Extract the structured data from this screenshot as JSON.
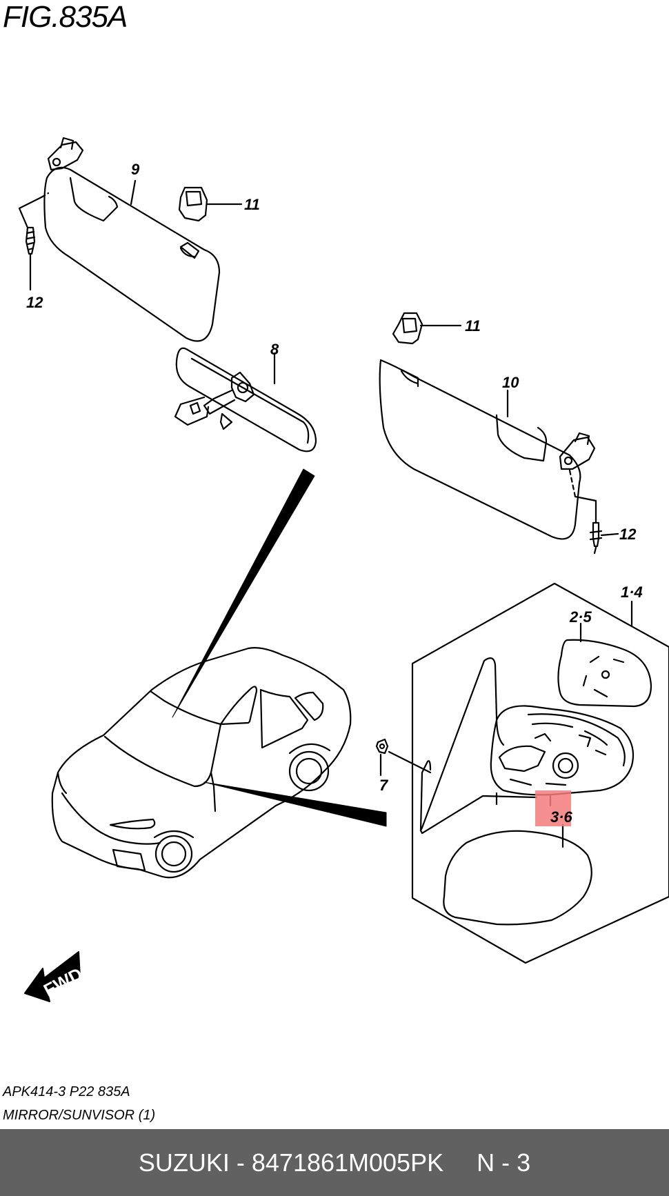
{
  "figure": {
    "title": "FIG.835A",
    "reference_code": "APK414-3 P22 835A",
    "description": "MIRROR/SUNVISOR (1)"
  },
  "callouts": {
    "sunvisor_left": "9",
    "holder_left": "11",
    "screw_left": "12",
    "inner_mirror": "8",
    "holder_right": "11",
    "sunvisor_right": "10",
    "screw_right": "12",
    "mirror_assy": "1·4",
    "mirror_glass": "2·5",
    "nut": "7",
    "mirror_cover": "3·6"
  },
  "fwd_label": "FWD",
  "highlight_color": "#f47c7c",
  "footer": {
    "brand": "SUZUKI",
    "separator": " - ",
    "part_number": "8471861M005PK",
    "page": "N - 3"
  }
}
